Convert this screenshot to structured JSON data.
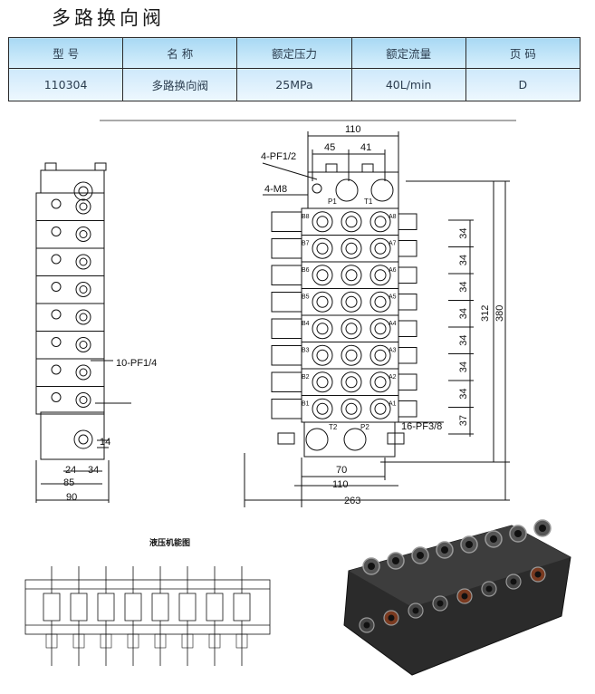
{
  "page": {
    "title": "多路换向阀"
  },
  "spec_table": {
    "headers": [
      "型  号",
      "名  称",
      "额定压力",
      "额定流量",
      "页  码"
    ],
    "values": [
      "110304",
      "多路换向阀",
      "25MPa",
      "40L/min",
      "D"
    ]
  },
  "drawing": {
    "dims": {
      "top_width": "110",
      "port_spacing_a": "45",
      "port_spacing_b": "41",
      "bottom_width_a": "70",
      "bottom_width_b": "110",
      "total_width": "263",
      "section_pitch": "34",
      "end_section": "37",
      "body_height": "312",
      "total_height": "380",
      "side_a": "14",
      "side_b": "24",
      "side_c": "34",
      "side_d": "85",
      "side_e": "90"
    },
    "callouts": {
      "inlet_ports": "4-PF1/2",
      "mount_bolts": "4-M8",
      "side_ports": "10-PF1/4",
      "work_ports": "16-PF3/8"
    },
    "port_labels_b": [
      "B8",
      "B7",
      "B6",
      "B5",
      "B4",
      "B3",
      "B2",
      "B1"
    ],
    "port_labels_a": [
      "A8",
      "A7",
      "A6",
      "A5",
      "A4",
      "A3",
      "A2",
      "A1"
    ],
    "inlet_labels": [
      "P1",
      "T1"
    ],
    "outlet_labels": [
      "T2",
      "P2"
    ]
  },
  "schematic": {
    "title": "液压机能图"
  },
  "colors": {
    "header_bg": "#b7e0f7",
    "row_bg": "#dcf1fd",
    "line": "#111111"
  }
}
